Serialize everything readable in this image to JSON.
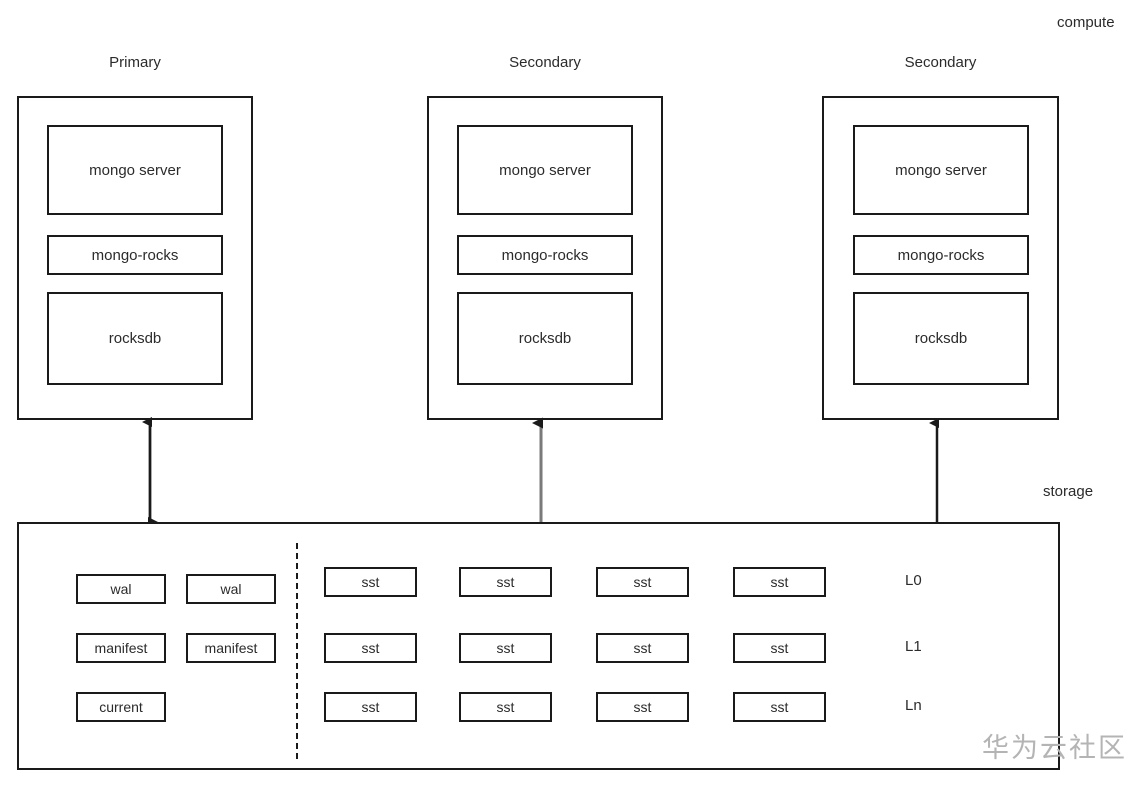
{
  "diagram": {
    "tiers": [
      {
        "id": "compute",
        "label": "compute"
      },
      {
        "id": "storage",
        "label": "storage"
      }
    ],
    "nodes": [
      {
        "id": "primary",
        "title": "Primary",
        "layers": [
          {
            "id": "mongo-server",
            "label": "mongo server"
          },
          {
            "id": "mongo-rocks",
            "label": "mongo-rocks"
          },
          {
            "id": "rocksdb",
            "label": "rocksdb"
          }
        ]
      },
      {
        "id": "secondary-1",
        "title": "Secondary",
        "layers": [
          {
            "id": "mongo-server",
            "label": "mongo server"
          },
          {
            "id": "mongo-rocks",
            "label": "mongo-rocks"
          },
          {
            "id": "rocksdb",
            "label": "rocksdb"
          }
        ]
      },
      {
        "id": "secondary-2",
        "title": "Secondary",
        "layers": [
          {
            "id": "mongo-server",
            "label": "mongo server"
          },
          {
            "id": "mongo-rocks",
            "label": "mongo-rocks"
          },
          {
            "id": "rocksdb",
            "label": "rocksdb"
          }
        ]
      }
    ],
    "connectors": [
      {
        "id": "primary-storage",
        "direction": "bidirectional",
        "color": "#1a1a1a"
      },
      {
        "id": "secondary-1-storage",
        "direction": "up",
        "color": "#6e6e6e"
      },
      {
        "id": "secondary-2-storage",
        "direction": "up",
        "color": "#1a1a1a"
      }
    ],
    "storage": {
      "metadata_files": [
        [
          "wal",
          "wal"
        ],
        [
          "manifest",
          "manifest"
        ],
        [
          "current"
        ]
      ],
      "levels": [
        {
          "label": "L0",
          "files": [
            "sst",
            "sst",
            "sst",
            "sst"
          ]
        },
        {
          "label": "L1",
          "files": [
            "sst",
            "sst",
            "sst",
            "sst"
          ]
        },
        {
          "label": "Ln",
          "files": [
            "sst",
            "sst",
            "sst",
            "sst"
          ]
        }
      ]
    },
    "watermark": "华为云社区"
  }
}
